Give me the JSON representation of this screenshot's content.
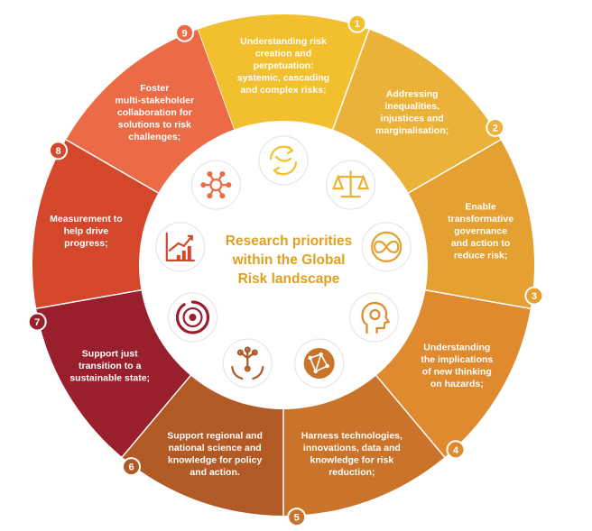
{
  "center_title": [
    "Research priorities",
    "within the Global",
    "Risk landscape"
  ],
  "segments": [
    {
      "number": "1",
      "color": "#f2bf2e",
      "text": [
        "Understanding risk",
        "creation and",
        "perpetuation:",
        "systemic, cascading",
        "and complex risks;"
      ],
      "icon": "interlocking-arrows-icon"
    },
    {
      "number": "2",
      "color": "#ebb23a",
      "text": [
        "Addressing",
        "inequalities,",
        "injustices and",
        "marginalisation;"
      ],
      "icon": "balance-scale-icon"
    },
    {
      "number": "3",
      "color": "#e4a030",
      "text": [
        "Enable",
        "transformative",
        "governance",
        "and action to",
        "reduce risk;"
      ],
      "icon": "infinity-globe-icon"
    },
    {
      "number": "4",
      "color": "#df8a2e",
      "text": [
        "Understanding",
        "the implications",
        "of new thinking",
        "on hazards;"
      ],
      "icon": "head-gears-icon"
    },
    {
      "number": "5",
      "color": "#c9742a",
      "text": [
        "Harness technologies,",
        "innovations, data and",
        "knowledge for risk",
        "reduction;"
      ],
      "icon": "network-globe-icon"
    },
    {
      "number": "6",
      "color": "#b25a26",
      "text": [
        "Support regional and",
        "national science and",
        "knowledge for policy",
        "and action."
      ],
      "icon": "hands-network-icon"
    },
    {
      "number": "7",
      "color": "#9a1f2c",
      "text": [
        "Support just",
        "transition to a",
        "sustainable state;"
      ],
      "icon": "radar-circles-icon"
    },
    {
      "number": "8",
      "color": "#d5472b",
      "text": [
        "Measurement to",
        "help drive",
        "progress;"
      ],
      "icon": "growth-chart-icon"
    },
    {
      "number": "9",
      "color": "#ea6b45",
      "text": [
        "Foster",
        "multi-stakeholder",
        "collaboration for",
        "solutions to risk",
        "challenges;"
      ],
      "icon": "people-gear-icon"
    }
  ]
}
